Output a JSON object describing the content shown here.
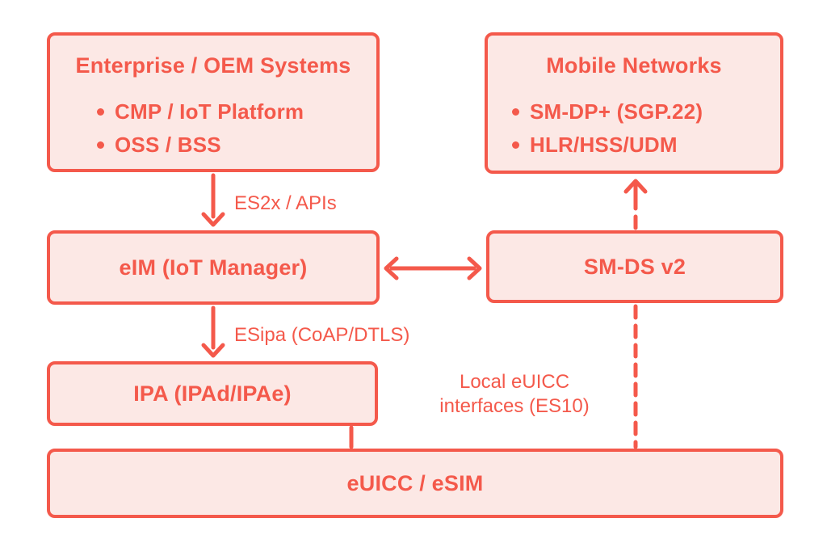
{
  "colors": {
    "accent": "#F4594B",
    "box_fill": "#FCE8E5",
    "background": "#FFFFFF"
  },
  "boxes": {
    "enterprise": {
      "title": "Enterprise / OEM Systems",
      "items": [
        "CMP / IoT Platform",
        "OSS / BSS"
      ]
    },
    "mobile": {
      "title": "Mobile Networks",
      "items": [
        "SM-DP+ (SGP.22)",
        "HLR/HSS/UDM"
      ]
    },
    "eim": {
      "title": "eIM (IoT Manager)"
    },
    "smds": {
      "title": "SM-DS v2"
    },
    "ipa": {
      "title": "IPA (IPAd/IPAe)"
    },
    "euicc": {
      "title": "eUICC / eSIM"
    }
  },
  "edge_labels": {
    "es2x": "ES2x / APIs",
    "esipa": "ESipa (CoAP/DTLS)",
    "local_euicc": "Local eUICC\ninterfaces (ES10)"
  }
}
